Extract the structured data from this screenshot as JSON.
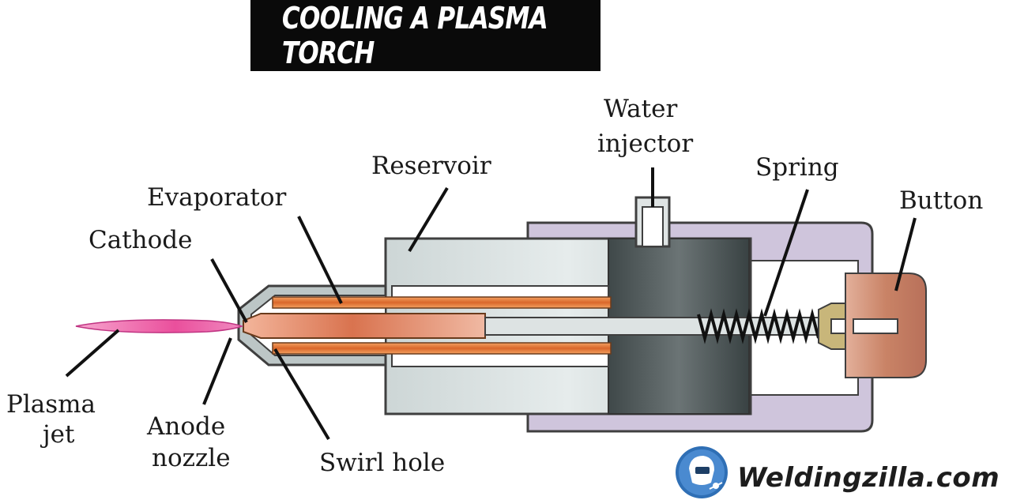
{
  "title": "COOLING A PLASMA TORCH",
  "labels": {
    "water": "Water",
    "injector": "injector",
    "reservoir": "Reservoir",
    "spring": "Spring",
    "button": "Button",
    "evaporator": "Evaporator",
    "cathode": "Cathode",
    "plasma": "Plasma",
    "jet": "jet",
    "anode": "Anode",
    "nozzle": "nozzle",
    "swirl_hole": "Swirl hole"
  },
  "brand": {
    "name": "Weldingzilla.com",
    "logo_icon": "welder-mask-icon"
  },
  "colors": {
    "plasma": "#ec5fa7",
    "copper": "#e07a3c",
    "reservoir": "#c9d3d3",
    "housing": "#cfc5dc",
    "brass": "#c8b67a",
    "dark_block": "#4f5859",
    "button": "#c98f79"
  }
}
